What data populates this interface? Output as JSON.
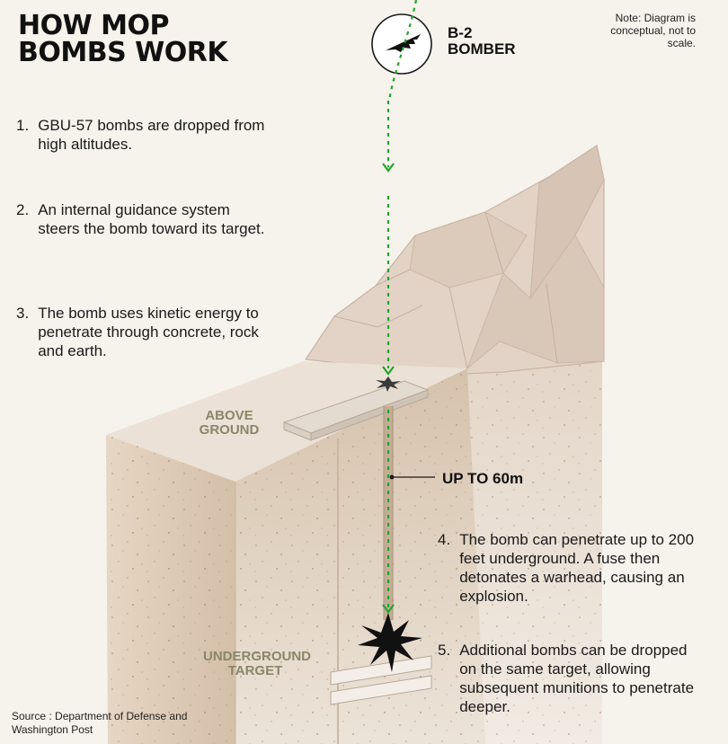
{
  "header": {
    "title_line1": "HOW MOP",
    "title_line2": "BOMBS WORK"
  },
  "note": "Note: Diagram is conceptual, not to scale.",
  "bomber": {
    "label_line1": "B-2",
    "label_line2": "BOMBER"
  },
  "steps": [
    {
      "num": "1.",
      "text": "GBU-57 bombs are dropped from high altitudes."
    },
    {
      "num": "2.",
      "text": "An internal guidance system steers the bomb toward its target."
    },
    {
      "num": "3.",
      "text": "The bomb uses kinetic energy to penetrate through concrete, rock and earth."
    },
    {
      "num": "4.",
      "text": "The bomb can penetrate up to 200 feet underground. A fuse then detonates a warhead, causing an explosion."
    },
    {
      "num": "5.",
      "text": "Additional bombs can be dropped on the same target, allowing subsequent munitions to penetrate deeper."
    }
  ],
  "labels": {
    "above_line1": "ABOVE",
    "above_line2": "GROUND",
    "underground_line1": "UNDERGROUND",
    "underground_line2": "TARGET",
    "depth": "UP TO 60m"
  },
  "source": "Source : Department of Defense and Washington Post",
  "colors": {
    "background": "#f6f2ec",
    "trajectory_green": "#22a52c",
    "earth_front": "#d8c6b2",
    "earth_top": "#eadfd3",
    "rock": "#e1d1c3",
    "label_olive": "#8a8668"
  }
}
